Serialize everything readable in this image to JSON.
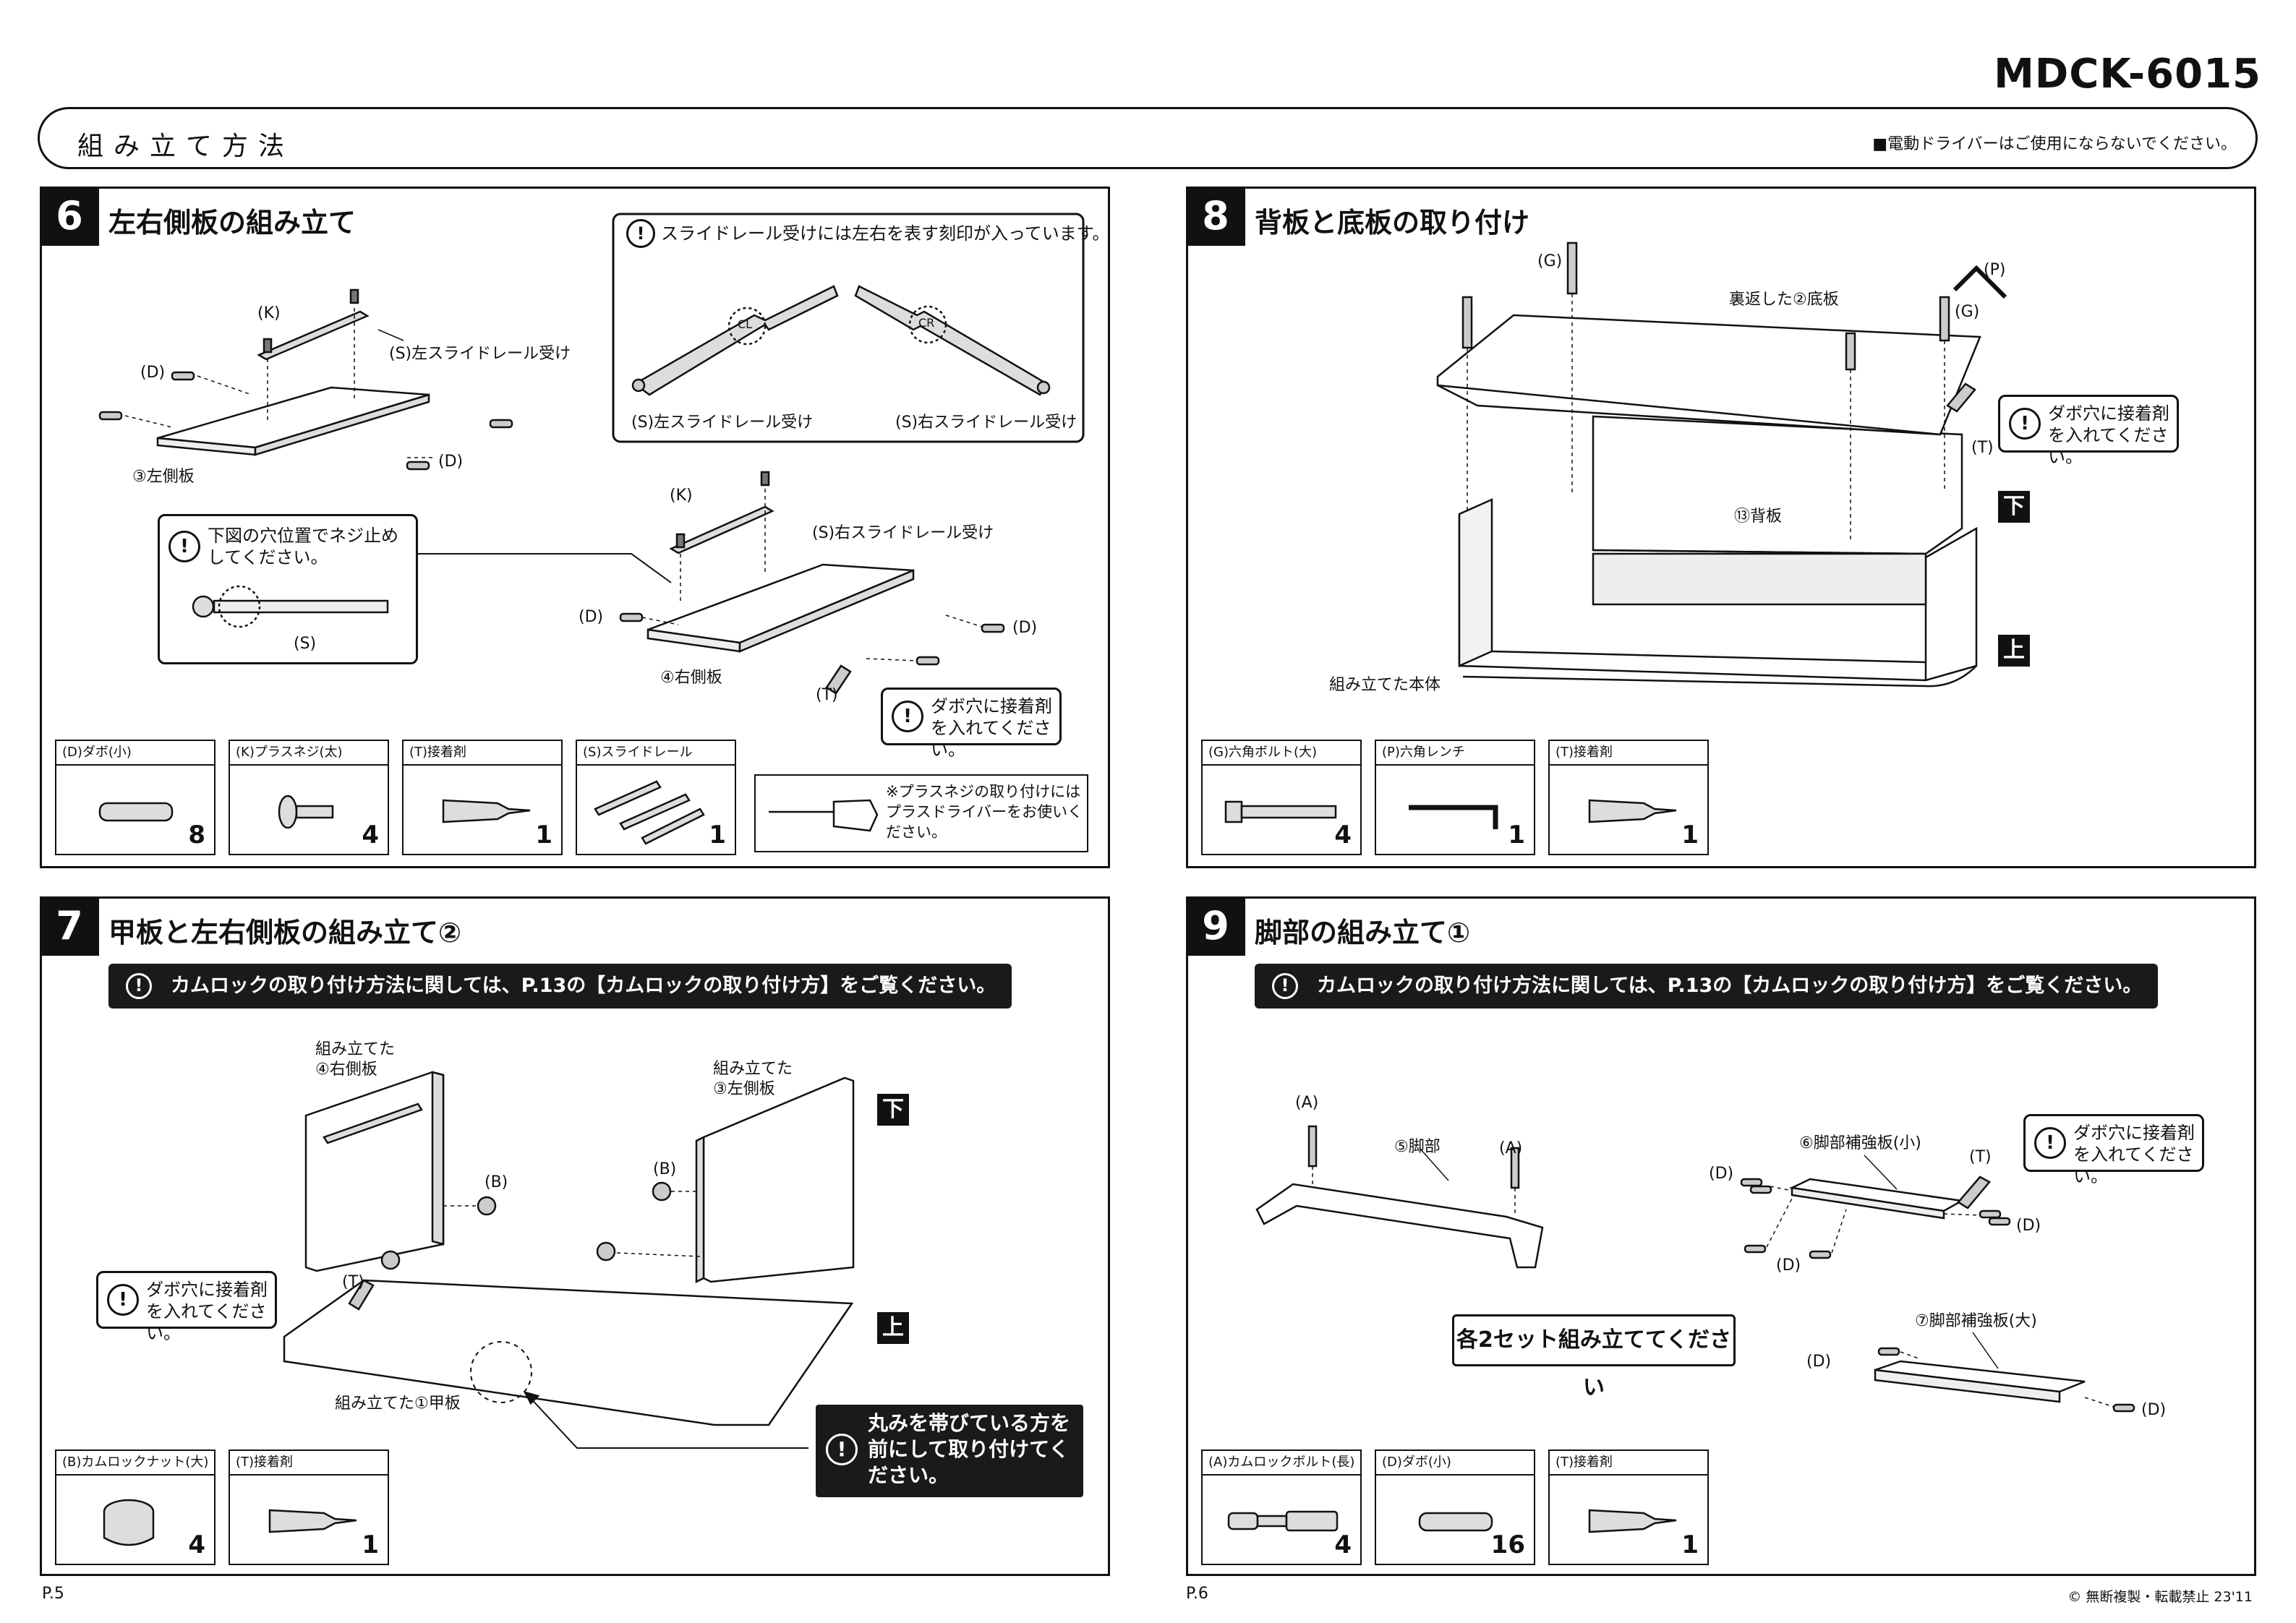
{
  "header": {
    "model": "MDCK-6015",
    "title": "組み立て方法",
    "note": "■電動ドライバーはご使用にならないでください。"
  },
  "s6": {
    "num": "6",
    "title": "左右側板の組み立て",
    "note_top": "スライドレール受けには左右を表す刻印が入っています。",
    "rail_left": "(S)左スライドレール受け",
    "rail_right": "(S)右スライドレール受け",
    "tag_cl": "CL",
    "tag_cr": "CR",
    "lbl_k1": "(K)",
    "lbl_s_left": "(S)左スライドレール受け",
    "lbl_d1": "(D)",
    "lbl_d2": "(D)",
    "lbl_left_panel": "③左側板",
    "screw_note": "下図の穴位置でネジ止めしてください。",
    "lbl_s": "(S)",
    "lbl_k2": "(K)",
    "lbl_s_right": "(S)右スライドレール受け",
    "lbl_d3": "(D)",
    "lbl_d4": "(D)",
    "lbl_right_panel": "④右側板",
    "lbl_t": "(T)",
    "glue_note": "ダボ穴に接着剤を入れてください。",
    "parts": [
      {
        "label": "(D)ダボ(小)",
        "qty": "8"
      },
      {
        "label": "(K)プラスネジ(太)",
        "qty": "4"
      },
      {
        "label": "(T)接着剤",
        "qty": "1"
      },
      {
        "label": "(S)スライドレール",
        "qty": "1"
      }
    ],
    "screwdriver_note": "※プラスネジの取り付けにはプラスドライバーをお使いください。"
  },
  "s7": {
    "num": "7",
    "title": "甲板と左右側板の組み立て②",
    "banner": "カムロックの取り付け方法に関しては、P.13の【カムロックの取り付け方】をご覧ください。",
    "lbl_right_assembled": "組み立てた ④右側板",
    "lbl_left_assembled": "組み立てた ③左側板",
    "lbl_b1": "(B)",
    "lbl_b2": "(B)",
    "lbl_t": "(T)",
    "lbl_top": "組み立てた①甲板",
    "glue_note": "ダボ穴に接着剤を入れてください。",
    "down": "下",
    "up": "上",
    "round_note": "丸みを帯びている方を前にして取り付けてください。",
    "parts": [
      {
        "label": "(B)カムロックナット(大)",
        "qty": "4"
      },
      {
        "label": "(T)接着剤",
        "qty": "1"
      }
    ]
  },
  "s8": {
    "num": "8",
    "title": "背板と底板の取り付け",
    "lbl_g1": "(G)",
    "lbl_g2": "(G)",
    "lbl_p": "(P)",
    "lbl_bottom": "裏返した②底板",
    "lbl_t": "(T)",
    "lbl_back": "⑬背板",
    "lbl_body": "組み立てた本体",
    "glue_note": "ダボ穴に接着剤を入れてください。",
    "down": "下",
    "up": "上",
    "parts": [
      {
        "label": "(G)六角ボルト(大)",
        "qty": "4"
      },
      {
        "label": "(P)六角レンチ",
        "qty": "1"
      },
      {
        "label": "(T)接着剤",
        "qty": "1"
      }
    ]
  },
  "s9": {
    "num": "9",
    "title": "脚部の組み立て①",
    "banner": "カムロックの取り付け方法に関しては、P.13の【カムロックの取り付け方】をご覧ください。",
    "lbl_a1": "(A)",
    "lbl_a2": "(A)",
    "lbl_leg": "⑤脚部",
    "lbl_brace_small": "⑥脚部補強板(小)",
    "lbl_brace_large": "⑦脚部補強板(大)",
    "lbl_d1": "(D)",
    "lbl_d2": "(D)",
    "lbl_d3": "(D)",
    "lbl_d4": "(D)",
    "lbl_d5": "(D)",
    "lbl_t": "(T)",
    "glue_note": "ダボ穴に接着剤を入れてください。",
    "sets": "各2セット組み立ててください",
    "parts": [
      {
        "label": "(A)カムロックボルト(長)",
        "qty": "4"
      },
      {
        "label": "(D)ダボ(小)",
        "qty": "16"
      },
      {
        "label": "(T)接着剤",
        "qty": "1"
      }
    ]
  },
  "footer": {
    "page_left": "P.5",
    "page_right": "P.6",
    "copyright": "© 無断複製・転載禁止 23'11"
  }
}
